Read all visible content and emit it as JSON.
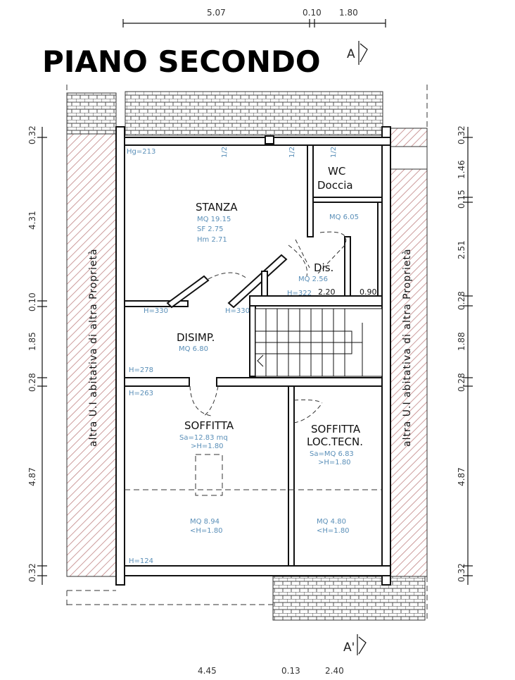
{
  "title": "PIANO SECONDO",
  "section_top": "A",
  "section_bottom": "A'",
  "dims_top": [
    "5.07",
    "0.10",
    "1.80"
  ],
  "dims_bottom": [
    "4.45",
    "0.13",
    "2.40"
  ],
  "dims_left": [
    "0.32",
    "4.31",
    "0.10",
    "1.85",
    "0.28",
    "4.87",
    "0.32"
  ],
  "dims_right": [
    "0.32",
    "1.46",
    "0.15",
    "2.51",
    "0.28",
    "1.88",
    "0.28",
    "4.87",
    "0.32"
  ],
  "side_label": "altra U.I abitativa di altra Proprietà",
  "rooms": {
    "stanza": {
      "name": "STANZA",
      "mq": "MQ 19.15",
      "sf": "SF 2.75",
      "hm": "Hm 2.71",
      "hg": "Hg=213"
    },
    "wc": {
      "name1": "WC",
      "name2": "Doccia",
      "mq": "MQ 6.05"
    },
    "dis": {
      "name": "Dis.",
      "mq": "MQ 2.56",
      "h": "H=322",
      "w1": "2.20",
      "w2": "0.90"
    },
    "disimp": {
      "name": "DISIMP.",
      "mq": "MQ 6.80",
      "h1": "H=330",
      "h2": "H=330",
      "h3": "H=278"
    },
    "soffitta": {
      "name": "SOFFITTA",
      "sa": "Sa=12.83 mq",
      "gt": ">H=1.80",
      "mq2": "MQ 8.94",
      "lt": "<H=1.80",
      "h1": "H=263",
      "h2": "H=124"
    },
    "soffitta_tecn": {
      "name1": "SOFFITTA",
      "name2": "LOC.TECN.",
      "sa": "Sa=MQ 6.83",
      "gt": ">H=1.80",
      "mq2": "MQ 4.80",
      "lt": "<H=1.80"
    }
  },
  "markers": [
    "1/2",
    "1/2",
    "1/2"
  ]
}
